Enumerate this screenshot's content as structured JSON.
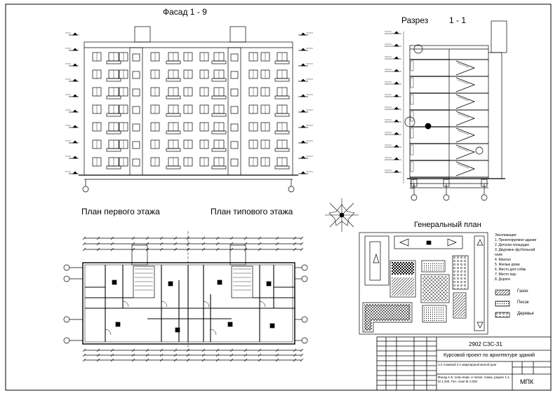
{
  "titles": {
    "facade": "Фасад 1 - 9",
    "section": "Разрез",
    "section_num": "1 - 1",
    "plan_first": "План первого этажа",
    "plan_typical": "План типового этажа",
    "genplan": "Генеральный план"
  },
  "genplan_legend": {
    "heading": "Экспликация:",
    "items": [
      "1. Проектируемое здание",
      "2. Детская площадка",
      "3. Двуровне футбольной",
      "поле",
      "4. Мангал",
      "5. Жилые дома",
      "6. Место для собак",
      "7. Место пар.",
      "8. Дороги"
    ],
    "swatches": [
      "Газон",
      "Песок",
      "Деревья"
    ]
  },
  "title_block": {
    "code": "2902  СЗС-31",
    "project": "Курсовой проект по архитектуре зданий",
    "subtitle": "1-2 этажный 2-х квартирный жилой дом",
    "sheet_desc": "Фасад 1-9, план перв. и типов. этажа, разрез 1-1, М 1:100, Ген. план М 1:500",
    "org": "МПК"
  },
  "theme": {
    "line": "#000000",
    "paper": "#ffffff"
  }
}
